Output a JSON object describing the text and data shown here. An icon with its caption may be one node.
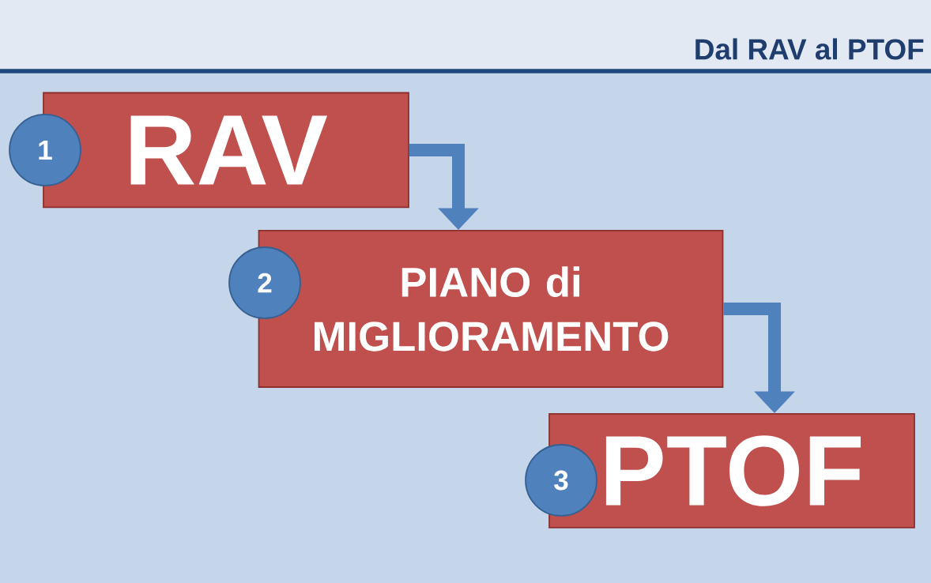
{
  "diagram": {
    "title": "Dal RAV al PTOF",
    "nodes": [
      {
        "text": [
          "1"
        ]
      },
      {
        "text": [
          "RAV"
        ]
      },
      {
        "text": [
          "2"
        ]
      },
      {
        "text": [
          "PIANO di MIGLIORAMENTO"
        ]
      },
      {
        "text": [
          "3"
        ]
      },
      {
        "text": [
          "PTOF"
        ]
      }
    ],
    "edges": [
      {
        "from": 1,
        "to": 3,
        "arrow": "to"
      },
      {
        "from": 3,
        "to": 5,
        "arrow": "to"
      }
    ]
  }
}
